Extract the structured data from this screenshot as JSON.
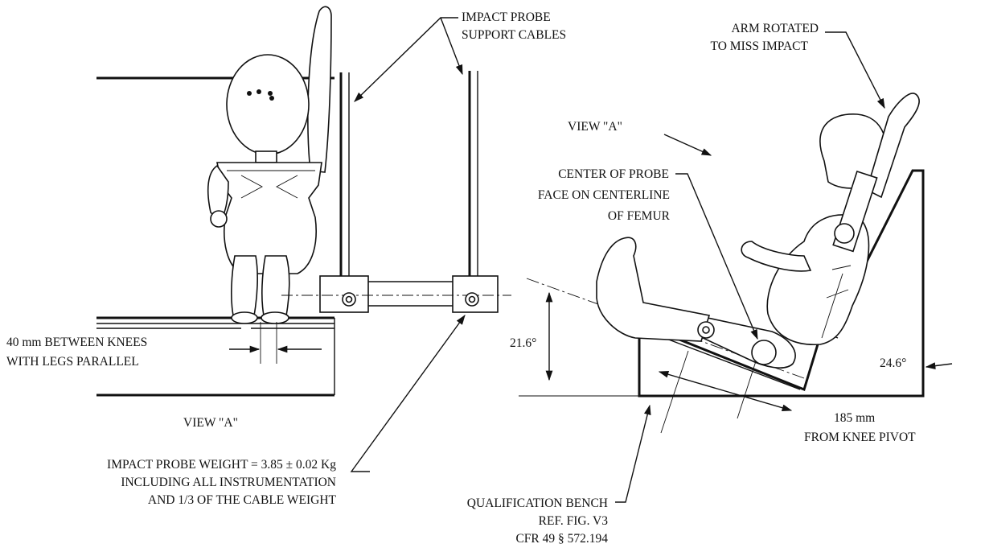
{
  "labels": {
    "support_cables_1": "IMPACT PROBE",
    "support_cables_2": "SUPPORT CABLES",
    "arm_rotated_1": "ARM ROTATED",
    "arm_rotated_2": "TO MISS IMPACT",
    "view_a_arrow": "VIEW \"A\"",
    "center_probe_1": "CENTER OF PROBE",
    "center_probe_2": "FACE ON CENTERLINE",
    "center_probe_3": "OF FEMUR",
    "knees_1": "40 mm BETWEEN KNEES",
    "knees_2": "WITH LEGS PARALLEL",
    "angle_bench": "21.6°",
    "angle_back": "24.6°",
    "distance_1": "185 mm",
    "distance_2": "FROM KNEE PIVOT",
    "view_a_caption": "VIEW \"A\"",
    "weight_1": "IMPACT PROBE WEIGHT = 3.85 ± 0.02 Kg",
    "weight_2": "INCLUDING ALL INSTRUMENTATION",
    "weight_3": "AND 1/3 OF THE CABLE WEIGHT",
    "bench_1": "QUALIFICATION BENCH",
    "bench_2": "REF. FIG. V3",
    "bench_3": "CFR 49 § 572.194"
  }
}
